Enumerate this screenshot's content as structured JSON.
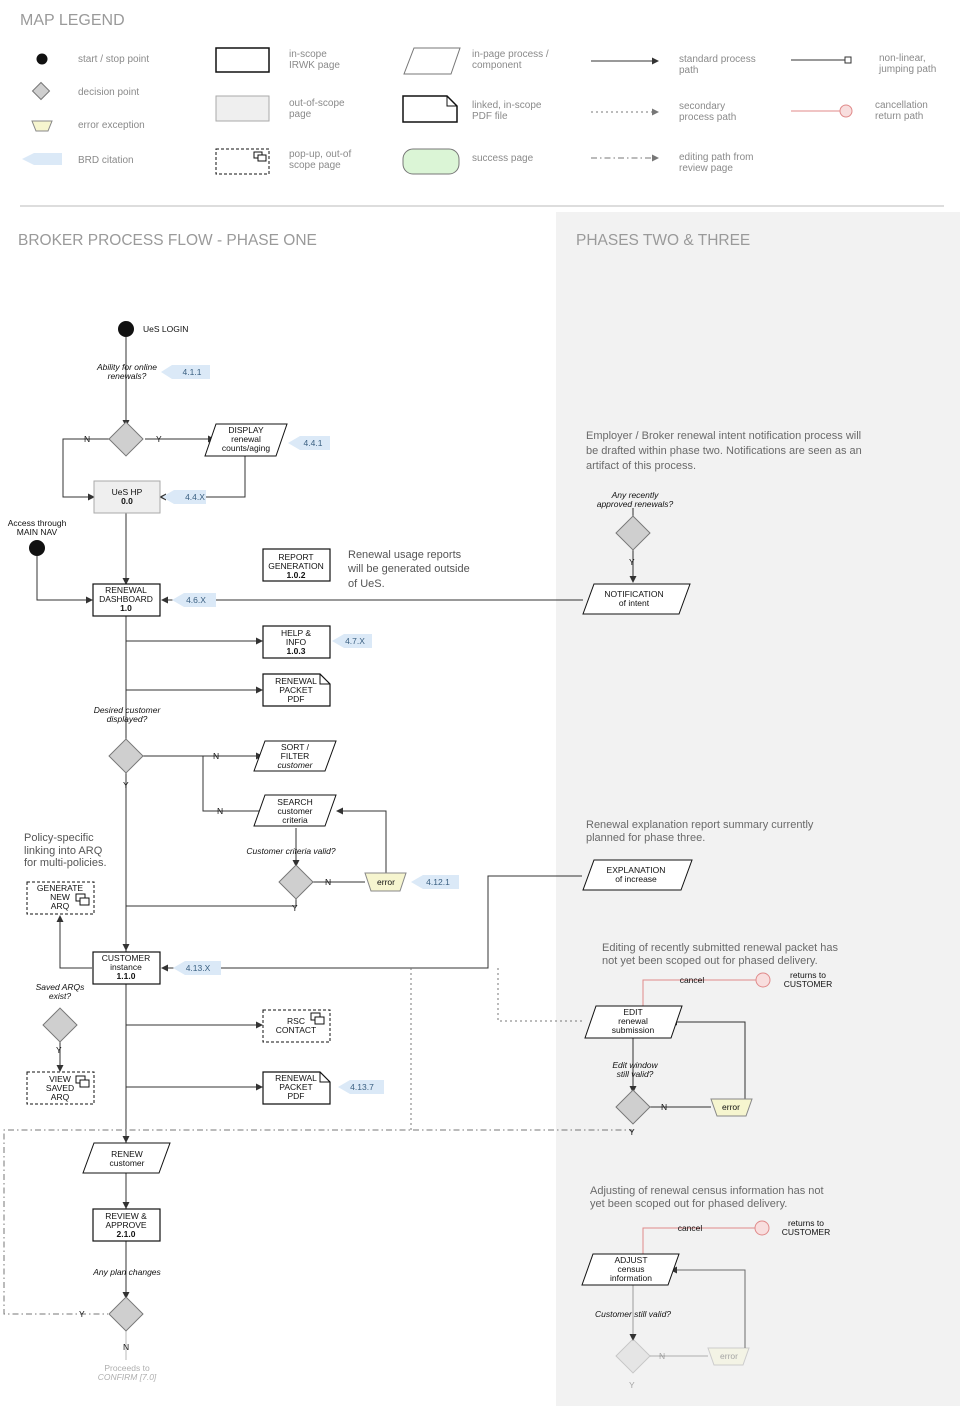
{
  "legend": {
    "title": "MAP LEGEND",
    "items": {
      "start_stop": "start / stop point",
      "decision": "decision point",
      "error": "error exception",
      "brd": "BRD citation",
      "inscope": [
        "in-scope",
        "IRWK page"
      ],
      "outscope": [
        "out-of-scope",
        "page"
      ],
      "popup": [
        "pop-up, out-of",
        "scope page"
      ],
      "inpage": [
        "in-page process /",
        "component"
      ],
      "pdf": [
        "linked, in-scope",
        "PDF file"
      ],
      "success": "success page",
      "standard": [
        "standard process",
        "path"
      ],
      "secondary": [
        "secondary",
        "process path"
      ],
      "editing": [
        "editing path from",
        "review page"
      ],
      "nonlinear": [
        "non-linear,",
        "jumping path"
      ],
      "cancel": [
        "cancellation",
        "return path"
      ]
    }
  },
  "sections": {
    "phase_one": "BROKER PROCESS FLOW - PHASE ONE",
    "phase_two_three": "PHASES TWO & THREE"
  },
  "nodes": {
    "ues_login": "UeS LOGIN",
    "ues_hp": [
      "UeS HP",
      "0.0"
    ],
    "display_counts": [
      "DISPLAY",
      "renewal",
      "counts/aging"
    ],
    "access_main_nav": [
      "Access through",
      "MAIN NAV"
    ],
    "report_gen": [
      "REPORT",
      "GENERATION",
      "1.0.2"
    ],
    "renewal_dashboard": [
      "RENEWAL",
      "DASHBOARD",
      "1.0"
    ],
    "help_info": [
      "HELP &",
      "INFO",
      "1.0.3"
    ],
    "renewal_packet_pdf": [
      "RENEWAL",
      "PACKET",
      "PDF"
    ],
    "sort_filter": [
      "SORT /",
      "FILTER",
      "customer"
    ],
    "search": [
      "SEARCH",
      "customer",
      "criteria"
    ],
    "error": "error",
    "generate_arq": [
      "GENERATE",
      "NEW",
      "ARQ"
    ],
    "customer_instance": [
      "CUSTOMER",
      "instance",
      "1.1.0"
    ],
    "rsc_contact": [
      "RSC",
      "CONTACT"
    ],
    "view_saved_arq": [
      "VIEW",
      "SAVED",
      "ARQ"
    ],
    "renewal_packet_pdf_2": [
      "RENEWAL",
      "PACKET",
      "PDF"
    ],
    "renew_customer": [
      "RENEW",
      "customer"
    ],
    "review_approve": [
      "REVIEW &",
      "APPROVE",
      "2.1.0"
    ],
    "proceeds": [
      "Proceeds to",
      "CONFIRM [7.0]"
    ],
    "notification": [
      "NOTIFICATION",
      "of intent"
    ],
    "explanation": [
      "EXPLANATION",
      "of increase"
    ],
    "edit_submission": [
      "EDIT",
      "renewal",
      "submission"
    ],
    "adjust_census": [
      "ADJUST",
      "census",
      "information"
    ],
    "returns_customer": [
      "returns to",
      "CUSTOMER"
    ]
  },
  "questions": {
    "online": [
      "Ability for online",
      "renewals?"
    ],
    "desired_customer": [
      "Desired customer",
      "displayed?"
    ],
    "criteria_valid": "Customer criteria valid?",
    "saved_arqs": [
      "Saved ARQs",
      "exist?"
    ],
    "plan_changes": "Any plan changes",
    "recent_approved": [
      "Any recently",
      "approved renewals?"
    ],
    "edit_window": [
      "Edit window",
      "still valid?"
    ],
    "customer_valid": "Customer still valid?"
  },
  "branches": {
    "yes": "Y",
    "no": "N",
    "cancel": "cancel"
  },
  "citations": {
    "c411": "4.1.1",
    "c441": "4.4.1",
    "c44x": "4.4.X",
    "c46x": "4.6.X",
    "c47x": "4.7.X",
    "c4121": "4.12.1",
    "c413x": "4.13.X",
    "c4137": "4.13.7"
  },
  "notes": {
    "usage_reports": [
      "Renewal usage reports",
      "will be generated outside",
      "of UeS."
    ],
    "policy_specific": [
      "Policy-specific",
      "linking into ARQ",
      "for multi-policies."
    ],
    "employer_broker": [
      "Employer / Broker renewal intent notification process will",
      "be drafted within phase two. Notifications are seen as an",
      "artifact of this process."
    ],
    "explanation_report": [
      "Renewal explanation report summary currently",
      "planned for phase three."
    ],
    "editing_submitted": [
      "Editing of recently submitted renewal packet has",
      "not yet been scoped out for phased delivery."
    ],
    "adjusting_census": [
      "Adjusting of renewal census information has not",
      "yet been scoped out for phased delivery."
    ]
  },
  "colors": {
    "phase_two_bg": "#f2f2f2",
    "brd_fill": "#dbe9f7",
    "success_fill": "#dbf5d6",
    "error_fill": "#f6f5cf",
    "cancel_line": "#e08a8a",
    "cancel_circle": "#f8dede"
  }
}
